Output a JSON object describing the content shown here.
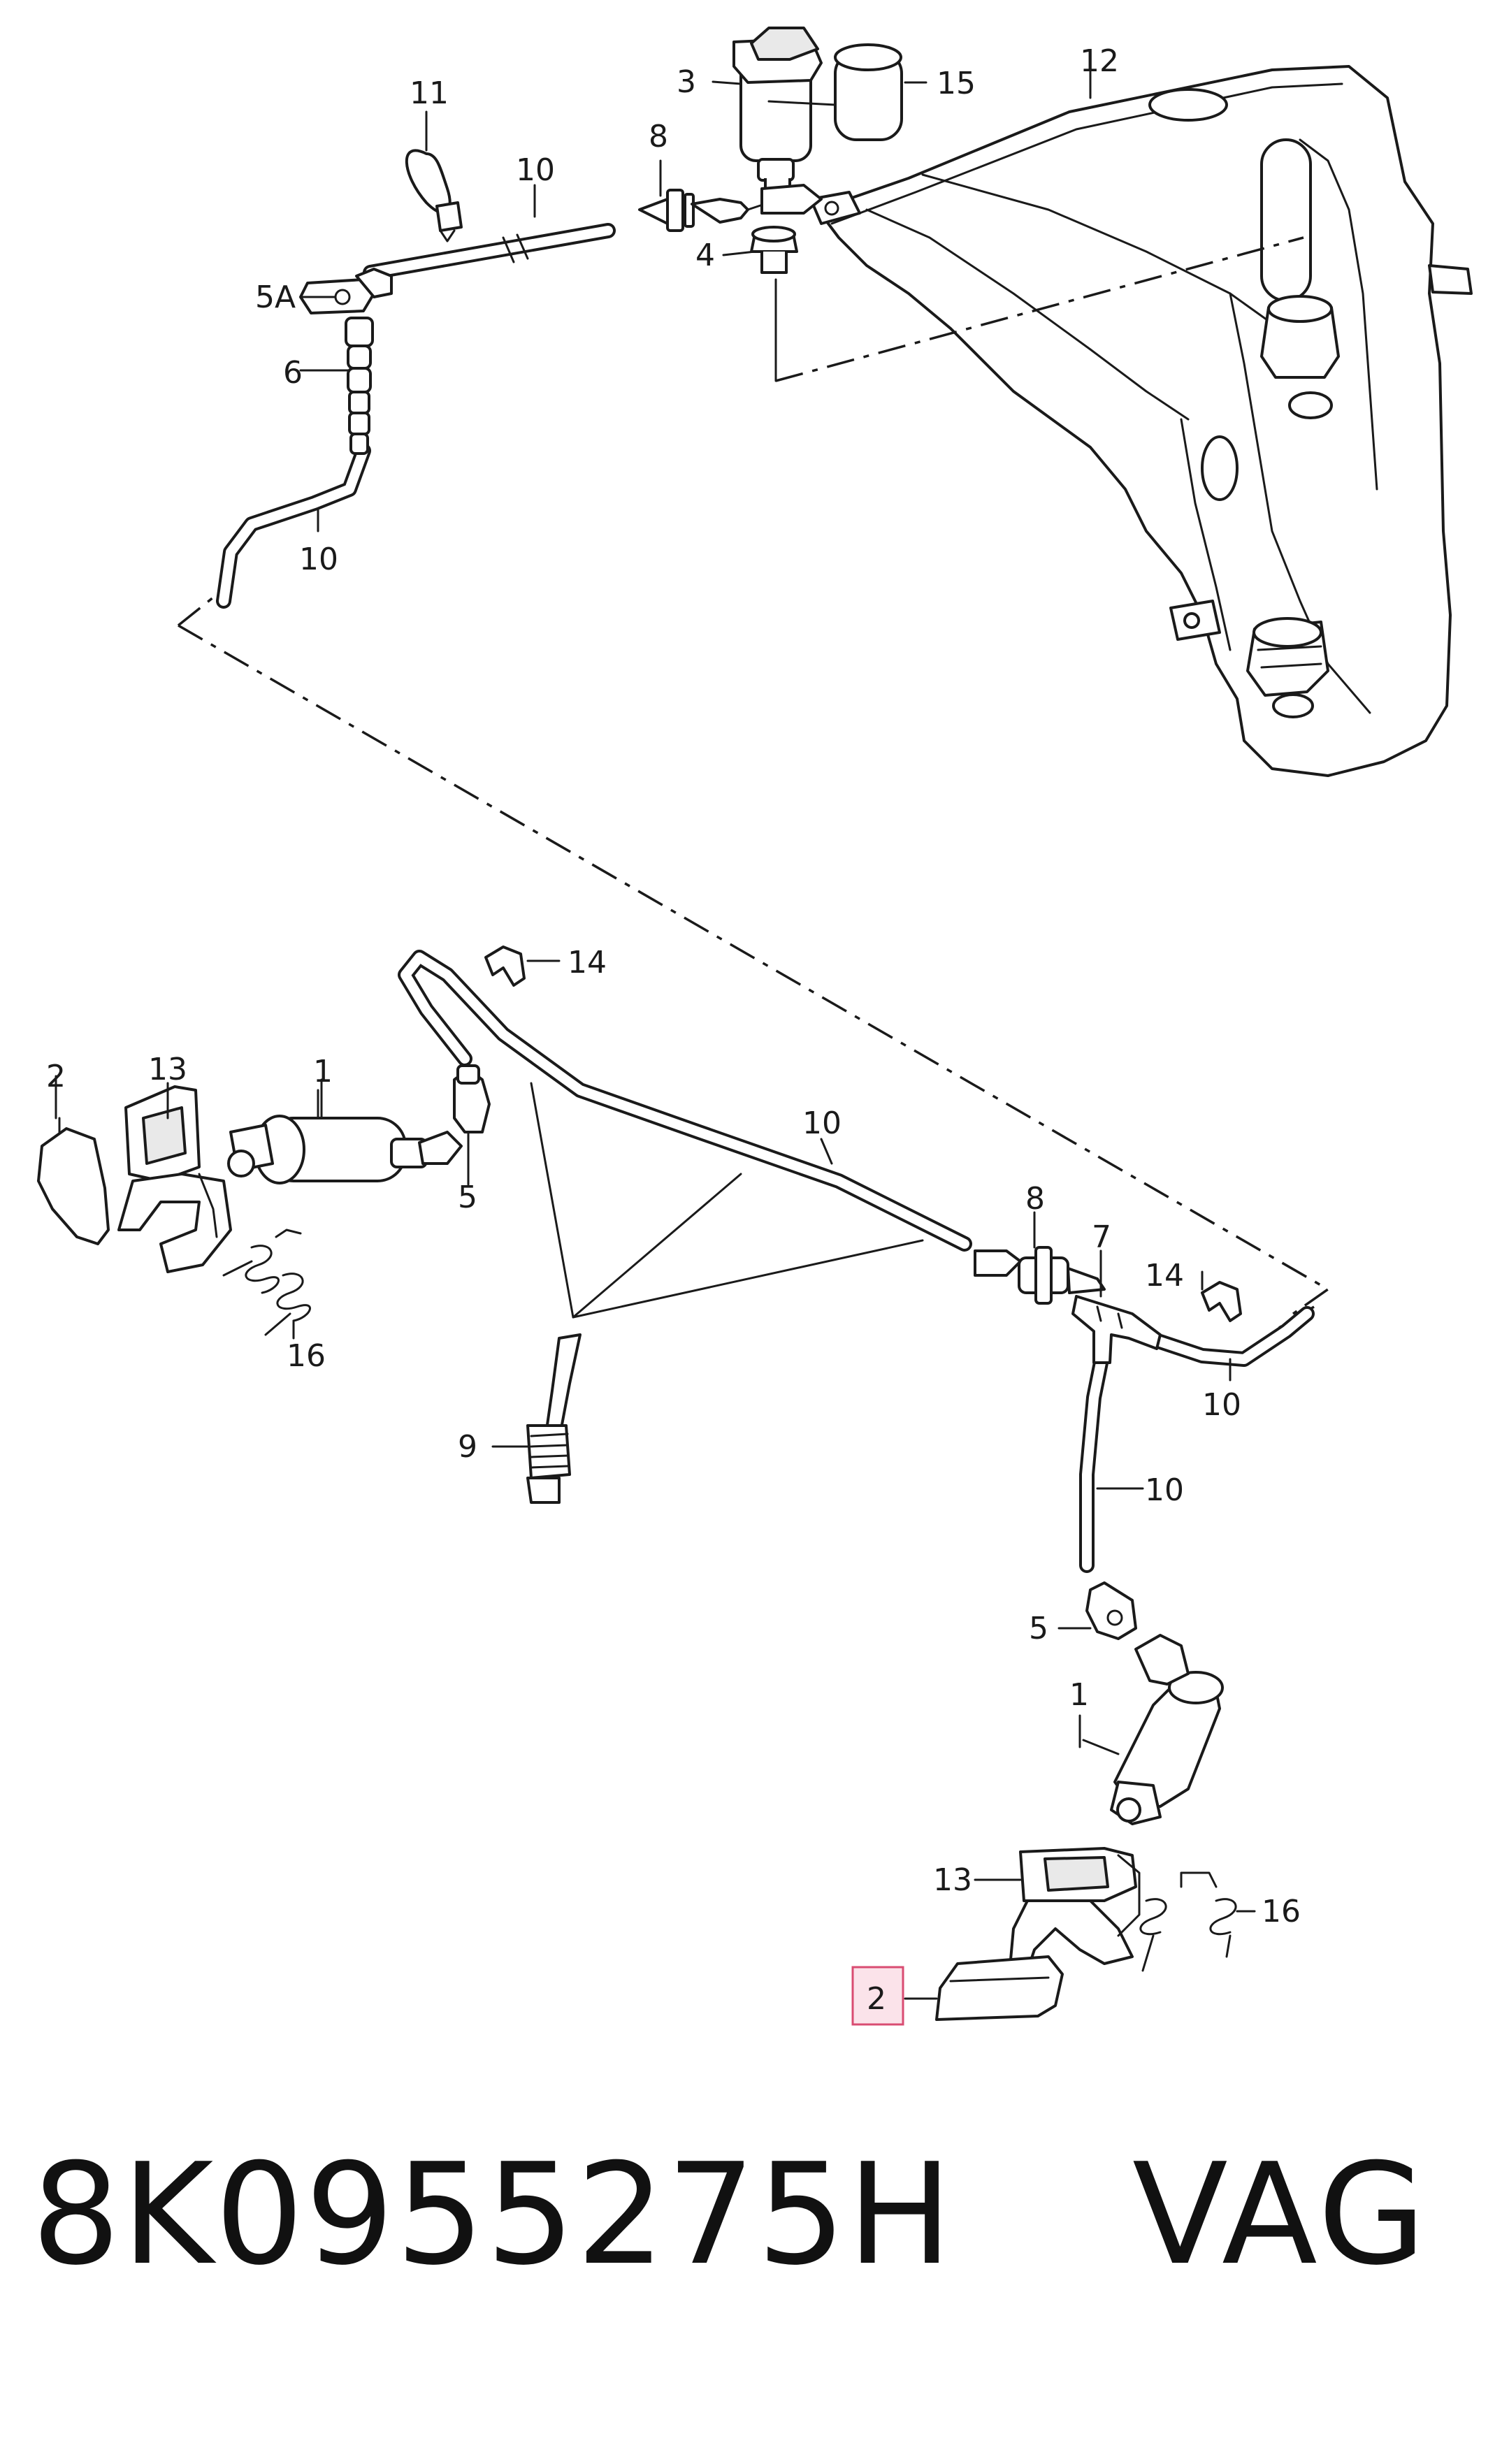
{
  "callouts": {
    "c11": "11",
    "c10a": "10",
    "c8a": "8",
    "c3": "3",
    "c15": "15",
    "c12": "12",
    "c4": "4",
    "c5a": "5A",
    "c6": "6",
    "c10b": "10",
    "c14a": "14",
    "c2a": "2",
    "c13a": "13",
    "c1a": "1",
    "c5b": "5",
    "c10c": "10",
    "c8b": "8",
    "c7": "7",
    "c14b": "14",
    "c16a": "16",
    "c10d": "10",
    "c9": "9",
    "c10e": "10",
    "c5c": "5",
    "c1b": "1",
    "c13b": "13",
    "c16b": "16",
    "c2b": "2"
  },
  "footer": {
    "part_number": "8K0955275H",
    "brand": "VAG"
  },
  "colors": {
    "ink": "#1a1a1a",
    "highlight_fill": "#fbe3ea",
    "highlight_stroke": "#d94c72"
  }
}
